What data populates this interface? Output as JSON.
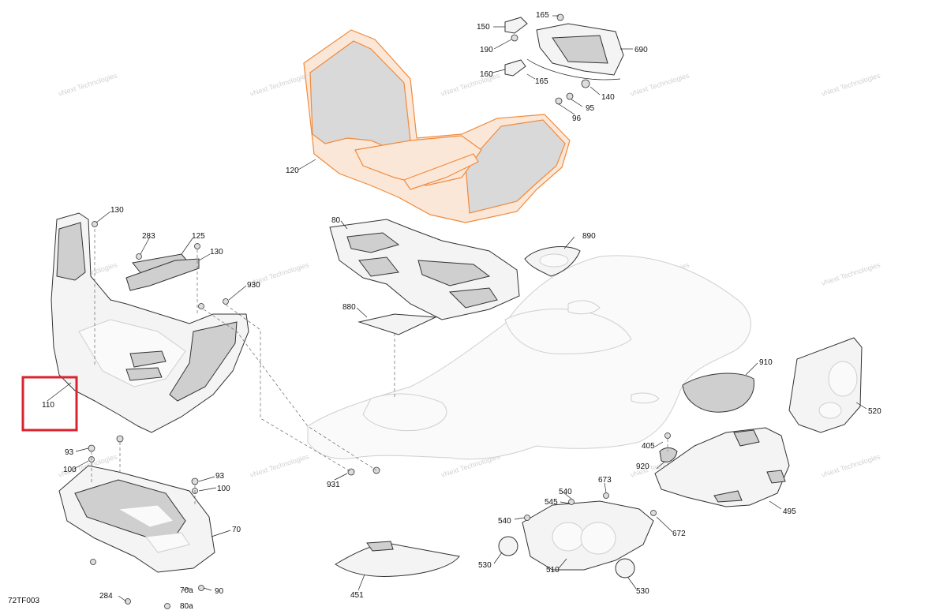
{
  "diagram": {
    "reference_code": "72TF003",
    "watermark": "vNext Technologies",
    "highlighted_callout": "110",
    "callouts": {
      "c70": "70",
      "c70a": "70a",
      "c80": "80",
      "c80a": "80a",
      "c90": "90",
      "c93a": "93",
      "c93b": "93",
      "c95": "95",
      "c96": "96",
      "c100a": "100",
      "c100b": "100",
      "c110": "110",
      "c120": "120",
      "c125": "125",
      "c130a": "130",
      "c130b": "130",
      "c140": "140",
      "c150": "150",
      "c160": "160",
      "c165a": "165",
      "c165b": "165",
      "c190": "190",
      "c283": "283",
      "c284": "284",
      "c405": "405",
      "c451": "451",
      "c495": "495",
      "c510": "510",
      "c520": "520",
      "c530a": "530",
      "c530b": "530",
      "c540a": "540",
      "c540b": "540",
      "c545": "545",
      "c672": "672",
      "c673": "673",
      "c690": "690",
      "c880": "880",
      "c890": "890",
      "c910": "910",
      "c920": "920",
      "c930": "930",
      "c931": "931"
    },
    "colors": {
      "highlight": "#d9232d",
      "highlighted_part": "#f08a3c",
      "line": "#333333",
      "watermark": "#b9b9b9"
    }
  }
}
